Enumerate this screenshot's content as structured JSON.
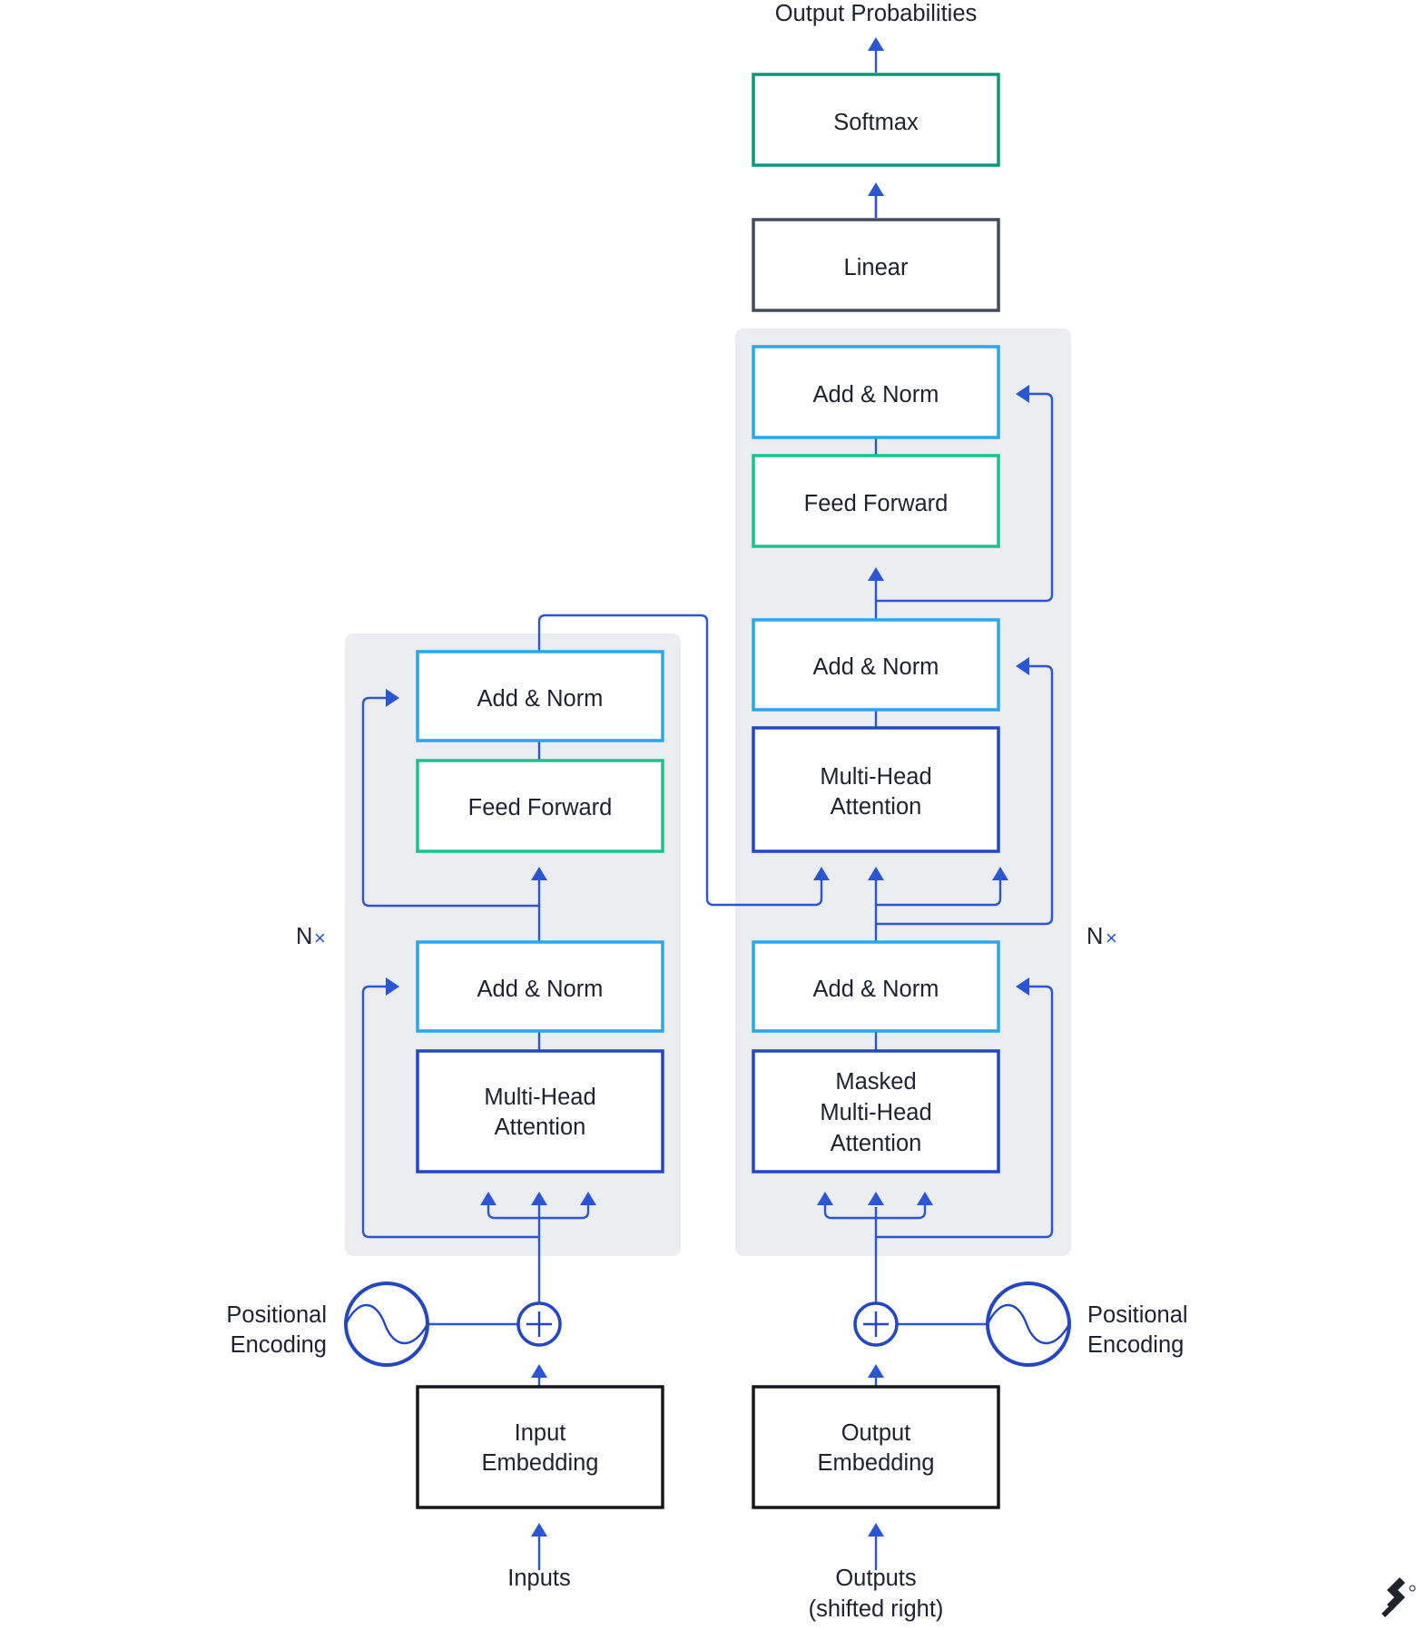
{
  "colors": {
    "arrow": "#2a56d6",
    "add_norm": "#2aa6ea",
    "feed_forward": "#18c48a",
    "attention": "#2347c4",
    "softmax": "#0f957a",
    "linear": "#424a5c",
    "embedding": "#15171c",
    "panel": "#ebedf0"
  },
  "encoder": {
    "add_norm_top": "Add & Norm",
    "feed_forward": "Feed Forward",
    "add_norm_bottom": "Add & Norm",
    "attention": [
      "Multi-Head",
      "Attention"
    ],
    "repeat_n": "N",
    "repeat_x": "×",
    "positional_encoding": [
      "Positional",
      "Encoding"
    ],
    "embedding": [
      "Input",
      "Embedding"
    ],
    "input_label": "Inputs"
  },
  "decoder": {
    "add_norm_top": "Add & Norm",
    "feed_forward": "Feed Forward",
    "add_norm_middle": "Add & Norm",
    "cross_attention": [
      "Multi-Head",
      "Attention"
    ],
    "add_norm_bottom": "Add & Norm",
    "masked_attention": [
      "Masked",
      "Multi-Head",
      "Attention"
    ],
    "repeat_n": "N",
    "repeat_x": "×",
    "positional_encoding": [
      "Positional",
      "Encoding"
    ],
    "embedding": [
      "Output",
      "Embedding"
    ],
    "input_label": [
      "Outputs",
      "(shifted right)"
    ]
  },
  "head": {
    "linear": "Linear",
    "softmax": "Softmax",
    "output_label": "Output Probabilities"
  },
  "logo_icon": "toptal-logo-icon"
}
